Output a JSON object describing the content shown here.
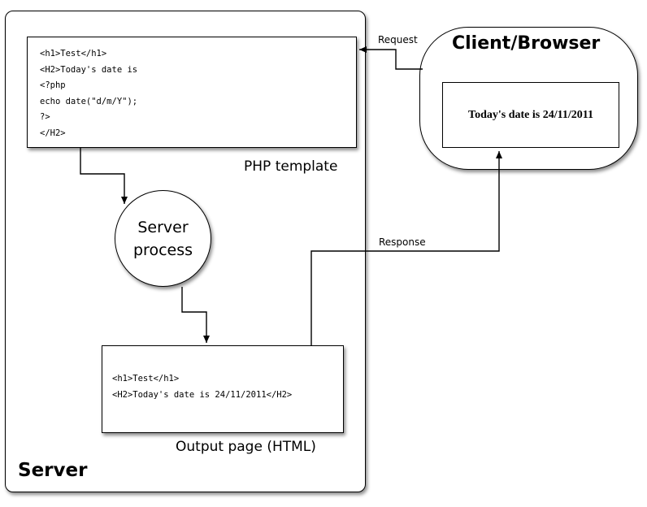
{
  "server": {
    "title": "Server",
    "php_template": {
      "caption": "PHP template",
      "code": [
        "<h1>Test</h1>",
        "<H2>Today's date is",
        "<?php",
        "echo date(\"d/m/Y\");",
        "?>",
        "</H2>"
      ]
    },
    "process": {
      "label": "Server\nprocess"
    },
    "output_page": {
      "caption": "Output page (HTML)",
      "code": [
        "<h1>Test</h1>",
        "<H2>Today's date is 24/11/2011</H2>"
      ]
    }
  },
  "client": {
    "title": "Client/Browser",
    "page_text": "Today's date is 24/11/2011"
  },
  "connections": {
    "request_label": "Request",
    "response_label": "Response"
  }
}
